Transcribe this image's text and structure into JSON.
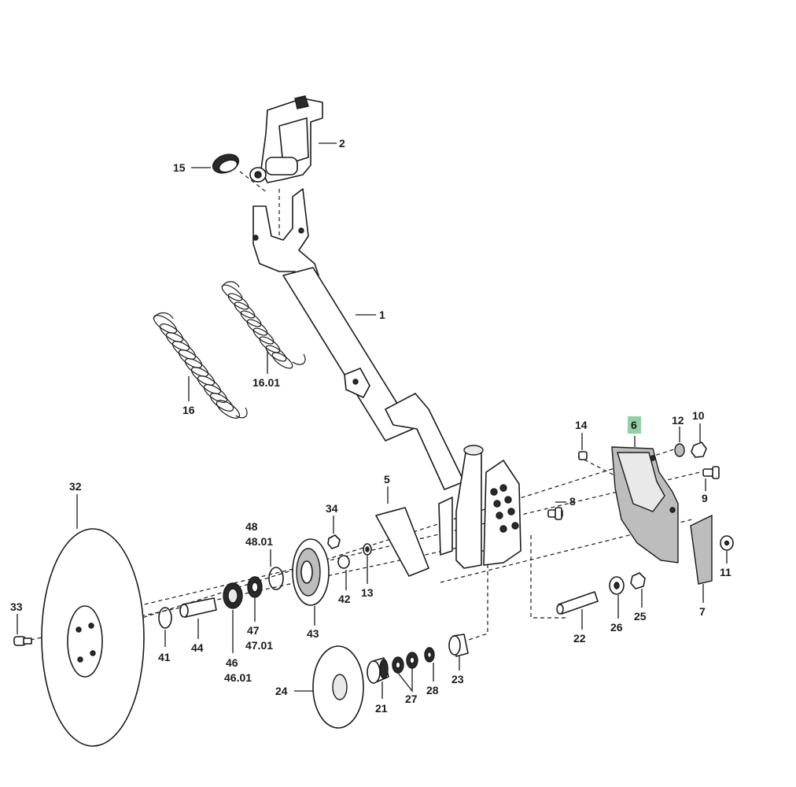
{
  "callouts": [
    {
      "key": "c2",
      "text": "2"
    },
    {
      "key": "c15",
      "text": "15"
    },
    {
      "key": "c1",
      "text": "1"
    },
    {
      "key": "c16",
      "text": "16"
    },
    {
      "key": "c1601",
      "text": "16.01"
    },
    {
      "key": "c14",
      "text": "14"
    },
    {
      "key": "c6",
      "text": "6"
    },
    {
      "key": "c12",
      "text": "12"
    },
    {
      "key": "c10",
      "text": "10"
    },
    {
      "key": "c9",
      "text": "9"
    },
    {
      "key": "c8",
      "text": "8"
    },
    {
      "key": "c5",
      "text": "5"
    },
    {
      "key": "c34",
      "text": "34"
    },
    {
      "key": "c48",
      "text": "48"
    },
    {
      "key": "c4801",
      "text": "48.01"
    },
    {
      "key": "c32",
      "text": "32"
    },
    {
      "key": "c33",
      "text": "33"
    },
    {
      "key": "c41",
      "text": "41"
    },
    {
      "key": "c44",
      "text": "44"
    },
    {
      "key": "c46",
      "text": "46"
    },
    {
      "key": "c4601",
      "text": "46.01"
    },
    {
      "key": "c47",
      "text": "47"
    },
    {
      "key": "c4701",
      "text": "47.01"
    },
    {
      "key": "c43",
      "text": "43"
    },
    {
      "key": "c42",
      "text": "42"
    },
    {
      "key": "c13",
      "text": "13"
    },
    {
      "key": "c11",
      "text": "11"
    },
    {
      "key": "c7",
      "text": "7"
    },
    {
      "key": "c25",
      "text": "25"
    },
    {
      "key": "c26",
      "text": "26"
    },
    {
      "key": "c22",
      "text": "22"
    },
    {
      "key": "c24",
      "text": "24"
    },
    {
      "key": "c21",
      "text": "21"
    },
    {
      "key": "c27",
      "text": "27"
    },
    {
      "key": "c28",
      "text": "28"
    },
    {
      "key": "c23",
      "text": "23"
    }
  ],
  "highlighted_callout": "6",
  "colors": {
    "highlight": "#8fd1a3",
    "ink": "#1a1a1a"
  }
}
